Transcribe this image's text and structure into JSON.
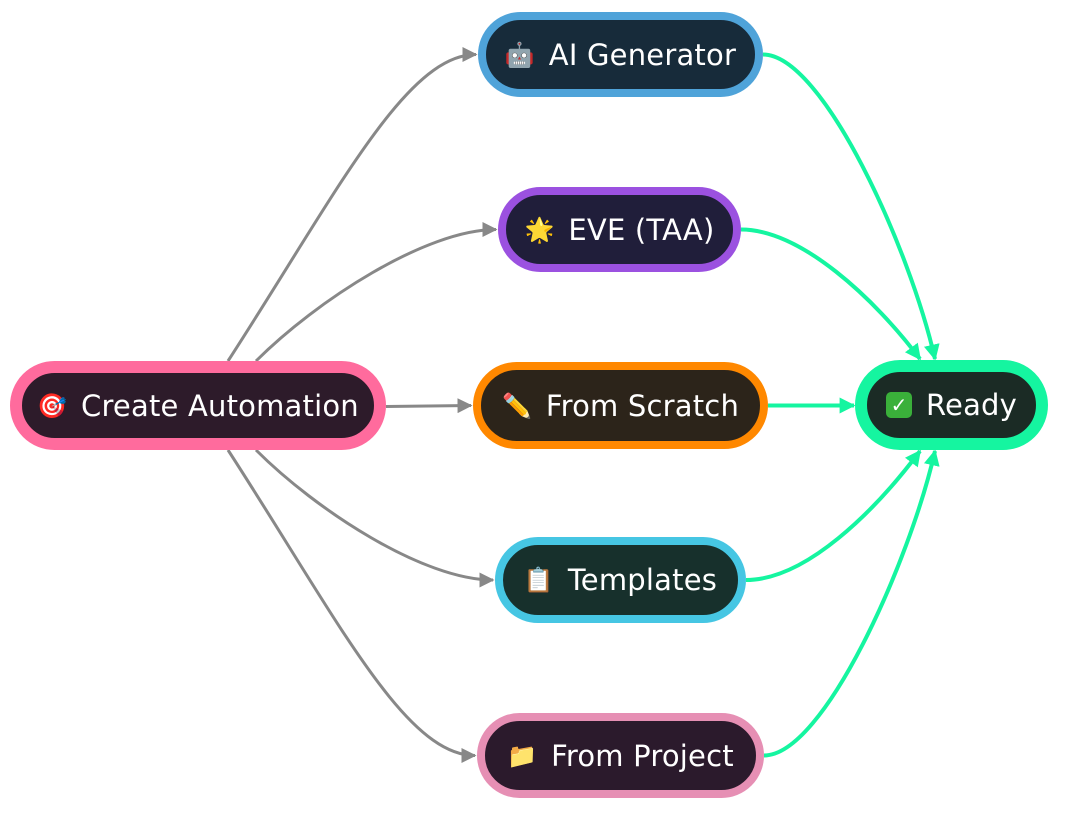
{
  "diagram": {
    "type": "flowchart",
    "direction": "left-to-right",
    "nodes": [
      {
        "id": "create",
        "icon": "🎯",
        "icon_name": "target-icon",
        "label": "Create Automation",
        "border_color": "#ff6b9d",
        "fill_color": "#2d1b2a"
      },
      {
        "id": "ai",
        "icon": "🤖",
        "icon_name": "robot-icon",
        "label": "AI Generator",
        "border_color": "#4fa3d9",
        "fill_color": "#172b3a"
      },
      {
        "id": "eve",
        "icon": "🌟",
        "icon_name": "star-icon",
        "label": "EVE (TAA)",
        "border_color": "#9b51e0",
        "fill_color": "#201e3a"
      },
      {
        "id": "scratch",
        "icon": "✏️",
        "icon_name": "pencil-icon",
        "label": "From Scratch",
        "border_color": "#ff8800",
        "fill_color": "#2c241a"
      },
      {
        "id": "templates",
        "icon": "📋",
        "icon_name": "clipboard-icon",
        "label": "Templates",
        "border_color": "#46c6e3",
        "fill_color": "#17302c"
      },
      {
        "id": "project",
        "icon": "📁",
        "icon_name": "folder-icon",
        "label": "From Project",
        "border_color": "#e68fb4",
        "fill_color": "#2b1a2c"
      },
      {
        "id": "ready",
        "icon": "✓",
        "icon_name": "check-icon",
        "label": "Ready",
        "border_color": "#15f5a0",
        "fill_color": "#1b2b25"
      }
    ],
    "edges": [
      {
        "from": "create",
        "to": "ai",
        "color": "#888888"
      },
      {
        "from": "create",
        "to": "eve",
        "color": "#888888"
      },
      {
        "from": "create",
        "to": "scratch",
        "color": "#888888"
      },
      {
        "from": "create",
        "to": "templates",
        "color": "#888888"
      },
      {
        "from": "create",
        "to": "project",
        "color": "#888888"
      },
      {
        "from": "ai",
        "to": "ready",
        "color": "#15f5a0"
      },
      {
        "from": "eve",
        "to": "ready",
        "color": "#15f5a0"
      },
      {
        "from": "scratch",
        "to": "ready",
        "color": "#15f5a0"
      },
      {
        "from": "templates",
        "to": "ready",
        "color": "#15f5a0"
      },
      {
        "from": "project",
        "to": "ready",
        "color": "#15f5a0"
      }
    ]
  }
}
